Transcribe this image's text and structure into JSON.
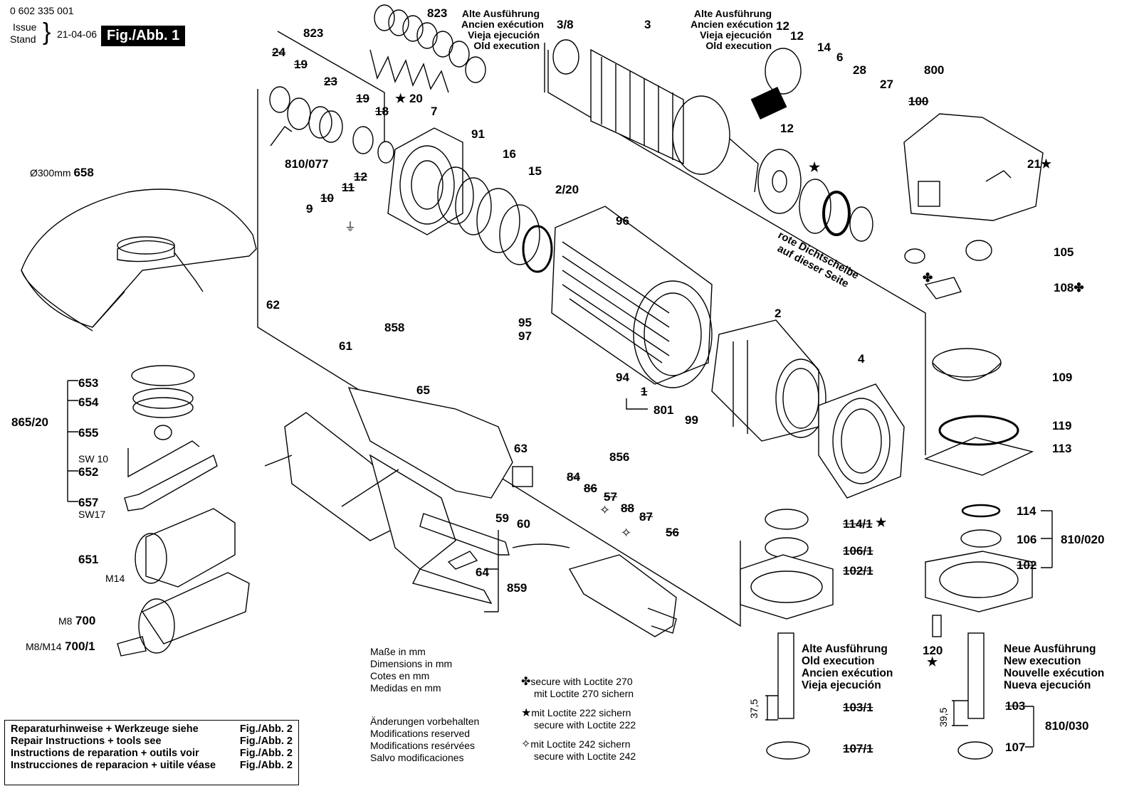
{
  "header": {
    "doc_number": "0 602 335 001",
    "issue_label": "Issue",
    "stand_label": "Stand",
    "date": "21-04-06",
    "figure_label": "Fig./Abb. 1"
  },
  "old_execution_top_1": [
    "Alte Ausführung",
    "Ancien exécution",
    "Vieja ejecución",
    "Old execution"
  ],
  "old_execution_top_2": [
    "Alte Ausführung",
    "Ancien exécution",
    "Vieja ejecución",
    "Old execution"
  ],
  "parts": {
    "p823a": "823",
    "p823b": "823",
    "p24": "24",
    "p19a": "19",
    "p23": "23",
    "p19b": "19",
    "p18": "18",
    "p20": "20",
    "p7": "7",
    "p91": "91",
    "p16": "16",
    "p15": "15",
    "p810_077": "810/077",
    "p12a": "12",
    "p11": "11",
    "p10": "10",
    "p9": "9",
    "p38": "3/8",
    "p3": "3",
    "p12b": "12",
    "p12c": "12",
    "p12d": "12",
    "p14": "14",
    "p6": "6",
    "p28": "28",
    "p27": "27",
    "p800": "800",
    "p100": "100",
    "p21": "21",
    "p105": "105",
    "p108": "108",
    "p658_prefix": "Ø300mm",
    "p658": "658",
    "p2_20": "2/20",
    "p96": "96",
    "p95": "95",
    "p97": "97",
    "p94": "94",
    "p1": "1",
    "p801": "801",
    "p99": "99",
    "p2": "2",
    "p4": "4",
    "p62": "62",
    "p61": "61",
    "p858": "858",
    "p65": "65",
    "p63": "63",
    "p856": "856",
    "p84": "84",
    "p86": "86",
    "p57": "57",
    "p88": "88",
    "p87": "87",
    "p56": "56",
    "p59": "59",
    "p60": "60",
    "p64": "64",
    "p859": "859",
    "p653": "653",
    "p654": "654",
    "p865_20": "865/20",
    "p655": "655",
    "sw10": "SW 10",
    "p652": "652",
    "p657": "657",
    "sw17": "SW17",
    "p651": "651",
    "m14": "M14",
    "m8": "M8",
    "p700": "700",
    "m8m14": "M8/M14",
    "p700_1": "700/1",
    "p109": "109",
    "p119": "119",
    "p113": "113",
    "p114_1": "114/1",
    "p106_1": "106/1",
    "p102_1": "102/1",
    "p114": "114",
    "p106": "106",
    "p810_020": "810/020",
    "p102": "102",
    "p120": "120",
    "p103_1": "103/1",
    "p107_1": "107/1",
    "p103": "103",
    "p107": "107",
    "p810_030": "810/030",
    "dim375": "37,5",
    "dim395": "39,5"
  },
  "seal_note": [
    "rote Dichtscheibe",
    "auf dieser Seite"
  ],
  "old_execution_bottom": [
    "Alte Ausführung",
    "Old execution",
    "Ancien exécution",
    "Vieja ejecución"
  ],
  "new_execution_bottom": [
    "Neue Ausführung",
    "New execution",
    "Nouvelle exécution",
    "Nueva ejecución"
  ],
  "dimensions_note": [
    "Maße in mm",
    "Dimensions in mm",
    "Cotes en mm",
    "Medidas en mm"
  ],
  "modifications_note": [
    "Änderungen vorbehalten",
    "Modifications reserved",
    "Modifications resérvées",
    "Salvo modificaciones"
  ],
  "legend": [
    {
      "symbol": "✤",
      "line1": "secure with Loctite 270",
      "line2": "mit Loctite 270 sichern"
    },
    {
      "symbol": "★",
      "line1": "mit Loctite 222 sichern",
      "line2": "secure with Loctite 222"
    },
    {
      "symbol": "✧",
      "line1": "mit Loctite 242 sichern",
      "line2": "secure with Loctite 242"
    }
  ],
  "repair_box": [
    {
      "text": "Reparaturhinweise + Werkzeuge siehe",
      "ref": "Fig./Abb. 2"
    },
    {
      "text": "Repair Instructions + tools see",
      "ref": "Fig./Abb. 2"
    },
    {
      "text": "Instructions de reparation + outils voir",
      "ref": "Fig./Abb. 2"
    },
    {
      "text": "Instrucciones de reparacion + uitile véase",
      "ref": "Fig./Abb. 2"
    }
  ]
}
